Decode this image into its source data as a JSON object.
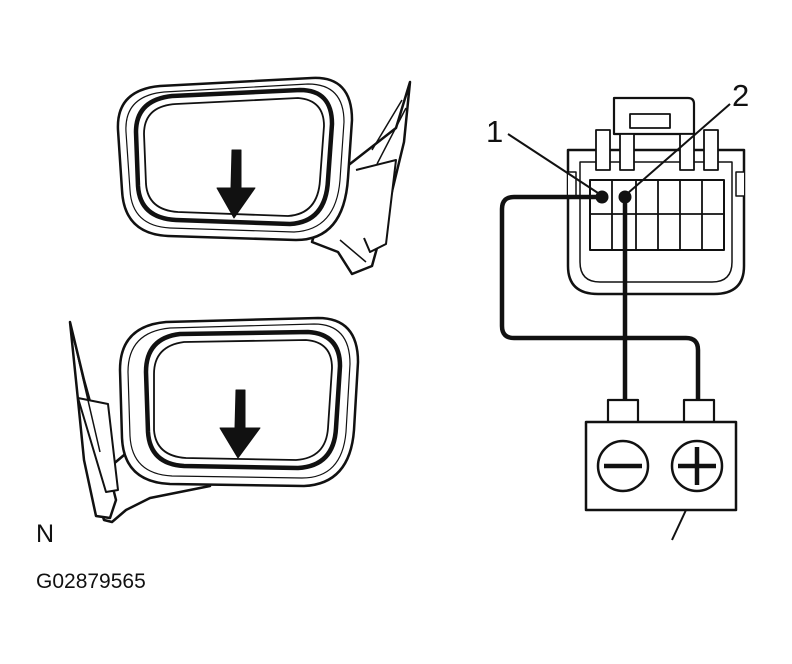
{
  "callouts": {
    "pin1": "1",
    "pin2": "2"
  },
  "view_marker": "N",
  "figure_code": "G02879565",
  "battery": {
    "negative_symbol": "minus-icon",
    "positive_symbol": "plus-icon"
  },
  "colors": {
    "line": "#111111",
    "background": "#ffffff"
  }
}
